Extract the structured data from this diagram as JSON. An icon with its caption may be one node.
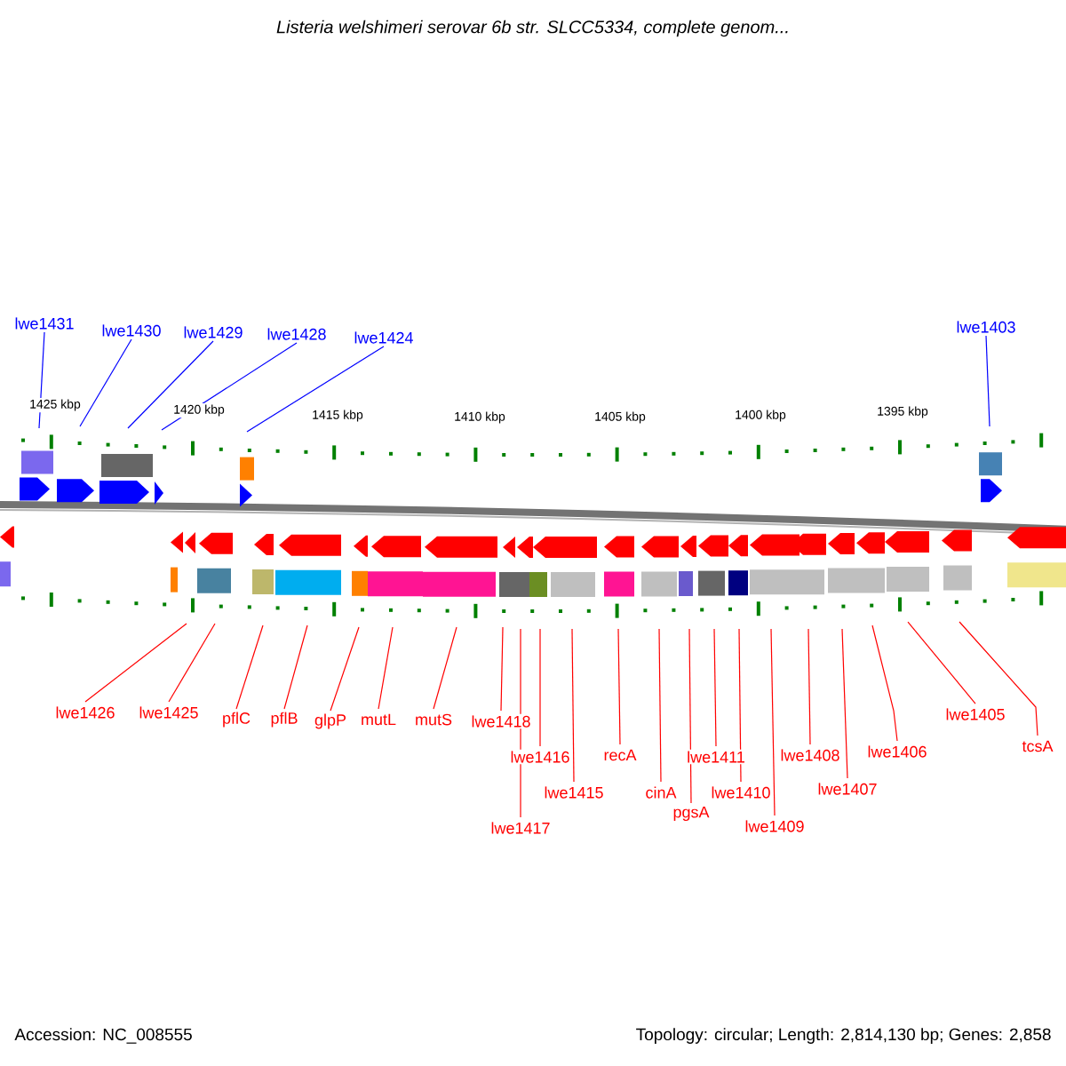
{
  "diagram": {
    "title": "Listeria welshimeri serovar 6b str. SLCC5334, complete genom...",
    "nodes": [
      {
        "text": [
          "lwe1431"
        ]
      },
      {
        "text": [
          "lwe1430"
        ]
      },
      {
        "text": [
          "lwe1429"
        ]
      },
      {
        "text": [
          "lwe1428"
        ]
      },
      {
        "text": [
          "lwe1424"
        ]
      },
      {
        "text": [
          "lwe1403"
        ]
      },
      {
        "text": [
          "lwe1426"
        ]
      },
      {
        "text": [
          "lwe1425"
        ]
      },
      {
        "text": [
          "pflC"
        ]
      },
      {
        "text": [
          "pflB"
        ]
      },
      {
        "text": [
          "glpP"
        ]
      },
      {
        "text": [
          "mutL"
        ]
      },
      {
        "text": [
          "mutS"
        ]
      },
      {
        "text": [
          "lwe1418"
        ]
      },
      {
        "text": [
          "lwe1416"
        ]
      },
      {
        "text": [
          "lwe1417"
        ]
      },
      {
        "text": [
          "lwe1415"
        ]
      },
      {
        "text": [
          "recA"
        ]
      },
      {
        "text": [
          "cinA"
        ]
      },
      {
        "text": [
          "pgsA"
        ]
      },
      {
        "text": [
          "lwe1411"
        ]
      },
      {
        "text": [
          "lwe1410"
        ]
      },
      {
        "text": [
          "lwe1409"
        ]
      },
      {
        "text": [
          "lwe1408"
        ]
      },
      {
        "text": [
          "lwe1407"
        ]
      },
      {
        "text": [
          "lwe1406"
        ]
      },
      {
        "text": [
          "lwe1405"
        ]
      },
      {
        "text": [
          "tcsA"
        ]
      }
    ],
    "edges": [
      {
        "from": 0,
        "to": null,
        "arrow": "none",
        "color": "#0000ff"
      },
      {
        "from": 1,
        "to": null,
        "arrow": "none",
        "color": "#0000ff"
      },
      {
        "from": 2,
        "to": null,
        "arrow": "none",
        "color": "#0000ff"
      },
      {
        "from": 3,
        "to": null,
        "arrow": "none",
        "color": "#0000ff"
      },
      {
        "from": 4,
        "to": null,
        "arrow": "none",
        "color": "#0000ff"
      },
      {
        "from": 5,
        "to": null,
        "arrow": "none",
        "color": "#0000ff"
      },
      {
        "from": 6,
        "to": null,
        "arrow": "none"
      },
      {
        "from": 7,
        "to": null,
        "arrow": "none"
      },
      {
        "from": 8,
        "to": null,
        "arrow": "none"
      },
      {
        "from": 9,
        "to": null,
        "arrow": "none"
      },
      {
        "from": 10,
        "to": null,
        "arrow": "none"
      },
      {
        "from": 11,
        "to": null,
        "arrow": "none"
      },
      {
        "from": 12,
        "to": null,
        "arrow": "none"
      },
      {
        "from": 13,
        "to": null,
        "arrow": "none"
      },
      {
        "from": 14,
        "to": null,
        "arrow": "none"
      },
      {
        "from": 15,
        "to": null,
        "arrow": "none"
      },
      {
        "from": 16,
        "to": null,
        "arrow": "none"
      },
      {
        "from": 17,
        "to": null,
        "arrow": "none"
      },
      {
        "from": 18,
        "to": null,
        "arrow": "none"
      },
      {
        "from": 19,
        "to": null,
        "arrow": "none"
      },
      {
        "from": 20,
        "to": null,
        "arrow": "none"
      },
      {
        "from": 21,
        "to": null,
        "arrow": "none"
      },
      {
        "from": 22,
        "to": null,
        "arrow": "none"
      },
      {
        "from": 23,
        "to": null,
        "arrow": "none"
      },
      {
        "from": 24,
        "to": null,
        "arrow": "none"
      },
      {
        "from": 25,
        "to": null,
        "arrow": "none"
      },
      {
        "from": 26,
        "to": null,
        "arrow": "none"
      },
      {
        "from": 27,
        "to": null,
        "arrow": "none"
      }
    ],
    "labels": [
      "1425 kbp",
      "1420 kbp",
      "1415 kbp",
      "1410 kbp",
      "1405 kbp",
      "1400 kbp",
      "1395 kbp",
      "Accession: NC_008555",
      "Topology: circular; Length: 2,814,130 bp; Genes: 2,858"
    ]
  }
}
